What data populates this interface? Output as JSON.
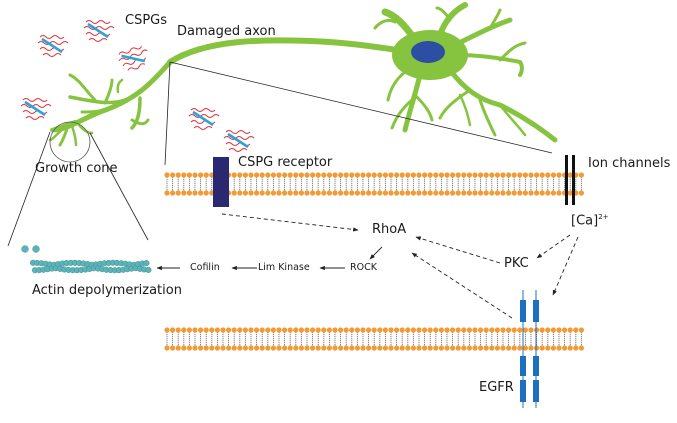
{
  "title": "CSPG-mediated inhibition of axon regeneration",
  "labels": {
    "cspgs": "CSPGs",
    "damaged_axon": "Damaged axon",
    "growth_cone": "Growth cone",
    "cspg_receptor": "CSPG receptor",
    "ion_channels": "Ion channels",
    "rhoa": "RhoA",
    "rock": "ROCK",
    "lim_kinase": "Lim Kinase",
    "cofilin": "Cofilin",
    "actin": "Actin depolymerization",
    "ca_base": "[Ca]",
    "ca_sup": "2+",
    "pkc": "PKC",
    "egfr": "EGFR"
  },
  "pathway": {
    "solid_arrows": [
      {
        "from": "RhoA",
        "to": "ROCK"
      },
      {
        "from": "ROCK",
        "to": "Lim Kinase"
      },
      {
        "from": "Lim Kinase",
        "to": "Cofilin"
      },
      {
        "from": "Cofilin",
        "to": "Actin depolymerization"
      }
    ],
    "dashed_arrows": [
      {
        "from": "CSPG receptor",
        "to": "RhoA"
      },
      {
        "from": "[Ca]2+",
        "to": "PKC"
      },
      {
        "from": "[Ca]2+",
        "to": "EGFR"
      },
      {
        "from": "PKC",
        "to": "RhoA"
      },
      {
        "from": "EGFR",
        "to": "RhoA"
      }
    ]
  },
  "colors": {
    "neuron": "#86c440",
    "nucleus": "#2d4fa3",
    "lipid_head": "#f29a33",
    "lipid_tail": "#777777",
    "cspg_core": "#2aa3d8",
    "cspg_chain": "#e0303a",
    "receptor": "#2a2870",
    "ion_channel": "#111111",
    "egfr": "#1f6fbf",
    "actin": "#5bb5b8"
  }
}
